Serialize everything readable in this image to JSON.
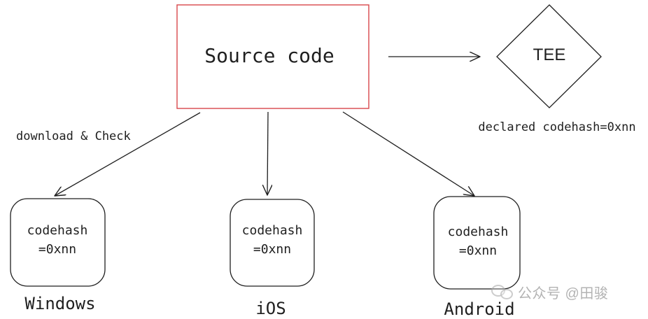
{
  "diagram": {
    "source": {
      "label": "Source code",
      "border_color": "#d9474b"
    },
    "tee": {
      "label": "TEE",
      "caption": "declared codehash=0xnn"
    },
    "edge_label": "download & Check",
    "clients": [
      {
        "line1": "codehash",
        "line2": "=0xnn",
        "platform": "Windows"
      },
      {
        "line1": "codehash",
        "line2": "=0xnn",
        "platform": "iOS"
      },
      {
        "line1": "codehash",
        "line2": "=0xnn",
        "platform": "Android"
      }
    ]
  },
  "watermark": {
    "text": "公众号 @田骏",
    "icon": "wechat-icon"
  }
}
